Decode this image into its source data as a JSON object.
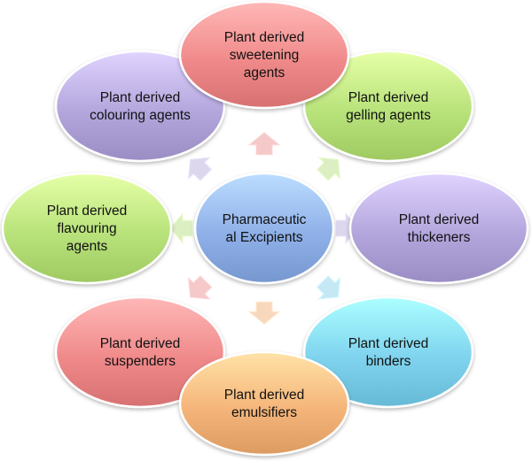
{
  "center": {
    "lines": [
      "Pharmaceutic",
      "al Excipients"
    ],
    "color": "#8fb0e8"
  },
  "nodes": [
    {
      "id": "sweetening",
      "lines": [
        "Plant derived",
        "sweetening",
        "agents"
      ],
      "color": "#f08a8a"
    },
    {
      "id": "gelling",
      "lines": [
        "Plant derived",
        "gelling agents"
      ],
      "color": "#b8e27a"
    },
    {
      "id": "thickeners",
      "lines": [
        "Plant derived",
        "thickeners"
      ],
      "color": "#b3a6dc"
    },
    {
      "id": "binders",
      "lines": [
        "Plant derived",
        "binders"
      ],
      "color": "#7fd3ee"
    },
    {
      "id": "emulsifiers",
      "lines": [
        "Plant derived",
        "emulsifiers"
      ],
      "color": "#f5b57a"
    },
    {
      "id": "suspenders",
      "lines": [
        "Plant derived",
        "suspenders"
      ],
      "color": "#f08a8a"
    },
    {
      "id": "flavouring",
      "lines": [
        "Plant derived",
        "flavouring",
        "agents"
      ],
      "color": "#b8e27a"
    },
    {
      "id": "colouring",
      "lines": [
        "Plant derived",
        "colouring agents"
      ],
      "color": "#b3a6dc"
    }
  ],
  "arrow_colors": {
    "sweetening": "#f5c9c9",
    "gelling": "#dcefc2",
    "thickeners": "#ddd7ee",
    "binders": "#c4e9f5",
    "emulsifiers": "#f8d8bd",
    "suspenders": "#f5c9c9",
    "flavouring": "#dcefc2",
    "colouring": "#ddd7ee"
  }
}
